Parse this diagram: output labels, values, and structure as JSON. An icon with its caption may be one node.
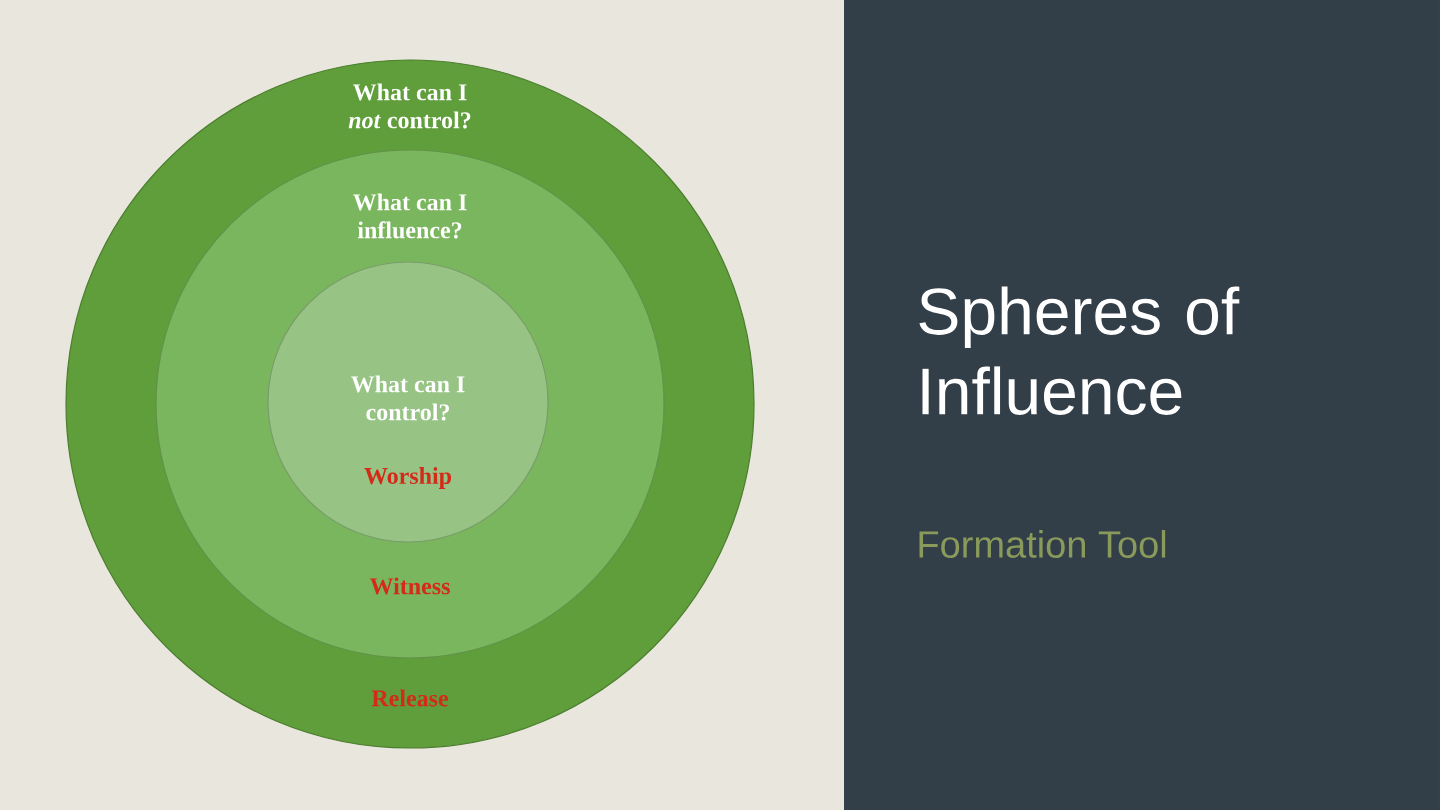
{
  "diagram": {
    "title": "Spheres of Influence",
    "nodes": [
      {
        "text": [
          "What can I *not* control?",
          "Release"
        ]
      },
      {
        "text": [
          "What can I influence?",
          "Witness"
        ],
        "in": 0
      },
      {
        "text": [
          "What can I control?",
          "Worship"
        ],
        "in": 1
      }
    ],
    "labels": [
      "Formation Tool"
    ]
  }
}
